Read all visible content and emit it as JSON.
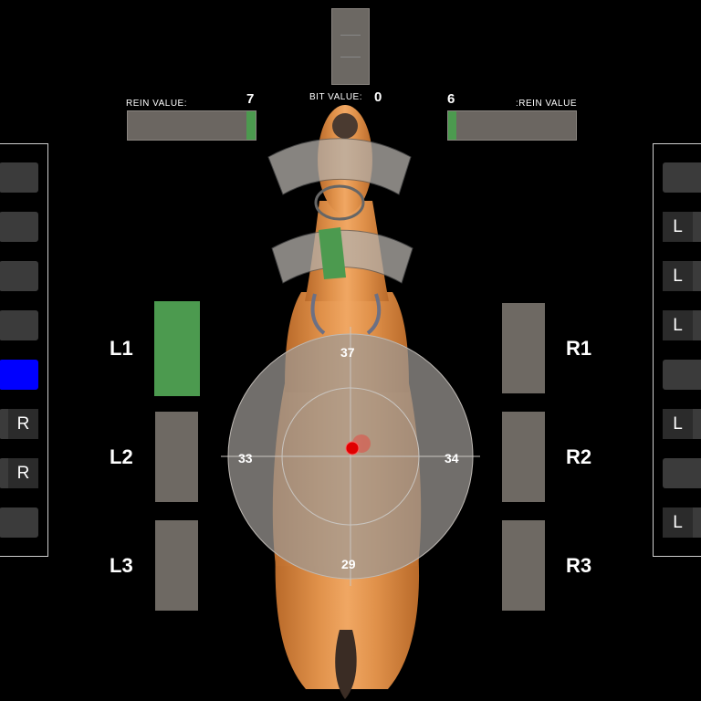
{
  "rein_left": {
    "label": "REIN VALUE:",
    "value": "7"
  },
  "rein_right": {
    "label": ":REIN VALUE",
    "value": "6"
  },
  "bit": {
    "label": "BIT VALUE:",
    "value": "0"
  },
  "legs_left": [
    {
      "label": "L1",
      "active": true
    },
    {
      "label": "L2",
      "active": false
    },
    {
      "label": "L3",
      "active": false
    }
  ],
  "legs_right": [
    {
      "label": "R1",
      "active": false
    },
    {
      "label": "R2",
      "active": false
    },
    {
      "label": "R3",
      "active": false
    }
  ],
  "target": {
    "top": "37",
    "left": "33",
    "right": "34",
    "bottom": "29"
  },
  "left_panel": {
    "slots": [
      "",
      "",
      "",
      "",
      "",
      "R",
      "R",
      ""
    ],
    "active_index": 4
  },
  "right_panel": {
    "slots": [
      "",
      "L",
      "L",
      "L",
      "",
      "L",
      "",
      "L"
    ]
  },
  "colors": {
    "active": "#4c9a4f",
    "selected": "#0000ff",
    "horse": "#d9893f",
    "marker": "#ff0000"
  }
}
